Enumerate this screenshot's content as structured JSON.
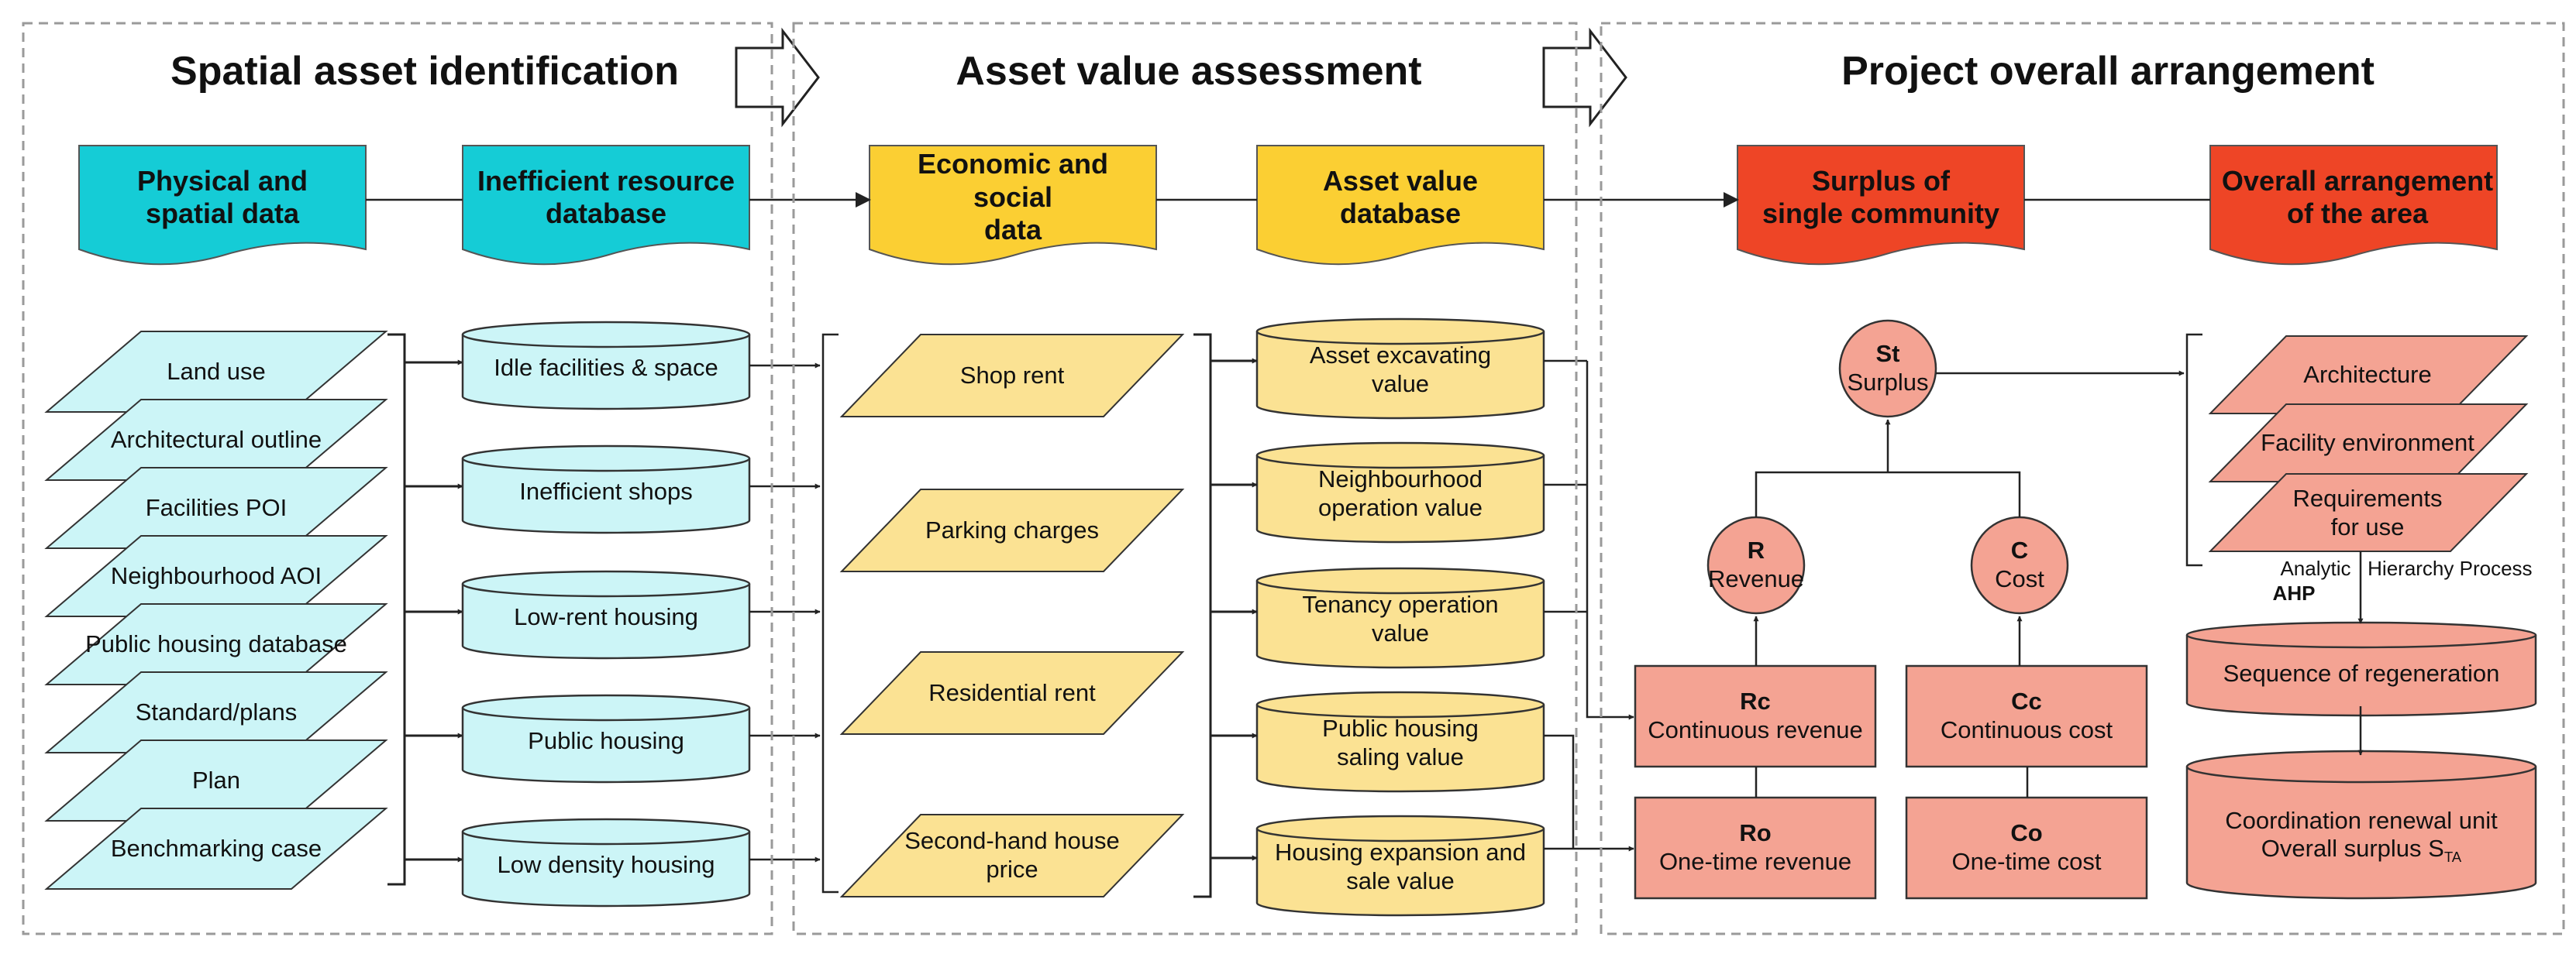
{
  "sections": {
    "s1_title": "Spatial asset identification",
    "s2_title": "Asset value assessment",
    "s3_title": "Project overall arrangement"
  },
  "headers": {
    "physical": "Physical and\nspatial data",
    "inefficient_db": "Inefficient resource\ndatabase",
    "economic": "Economic and social\ndata",
    "asset_db": "Asset value\ndatabase",
    "surplus_single": "Surplus of\nsingle community",
    "overall_area": "Overall arrangement\nof the area"
  },
  "physical_items": [
    "Land use",
    "Architectural outline",
    "Facilities  POI",
    "Neighbourhood AOI",
    "Public housing database",
    "Standard/plans",
    "Plan",
    "Benchmarking case"
  ],
  "resource_items": [
    "Idle facilities & space",
    "Inefficient shops",
    "Low-rent housing",
    "Public housing",
    "Low density housing"
  ],
  "economic_items": [
    "Shop rent",
    "Parking charges",
    "Residential rent",
    "Second-hand  house\nprice"
  ],
  "value_items": [
    "Asset excavating\nvalue",
    "Neighbourhood\noperation value",
    "Tenancy operation\nvalue",
    "Public housing\nsaling value",
    "Housing expansion and\nsale value"
  ],
  "surplus": {
    "st_code": "St",
    "st_label": "Surplus",
    "r_code": "R",
    "r_label": "Revenue",
    "c_code": "C",
    "c_label": "Cost",
    "rc_code": "Rc",
    "rc_label": "Continuous revenue",
    "cc_code": "Cc",
    "cc_label": "Continuous cost",
    "ro_code": "Ro",
    "ro_label": "One-time revenue",
    "co_code": "Co",
    "co_label": "One-time cost"
  },
  "arrangement_items": [
    "Architecture",
    "Facility environment",
    "Requirements\nfor use"
  ],
  "ahp": {
    "line1": "Analytic   Hierarchy Process",
    "line2": "AHP"
  },
  "sequence": "Sequence  of regeneration",
  "coordination": {
    "line1": "Coordination renewal unit",
    "line2": "Overall surplus S",
    "sub": "TA"
  },
  "colors": {
    "teal": "#15ccd6",
    "yellow": "#fbcf33",
    "red": "#ee4526",
    "light_teal": "#ccf5f7",
    "light_yellow": "#fbe293",
    "salmon": "#f4a393"
  }
}
